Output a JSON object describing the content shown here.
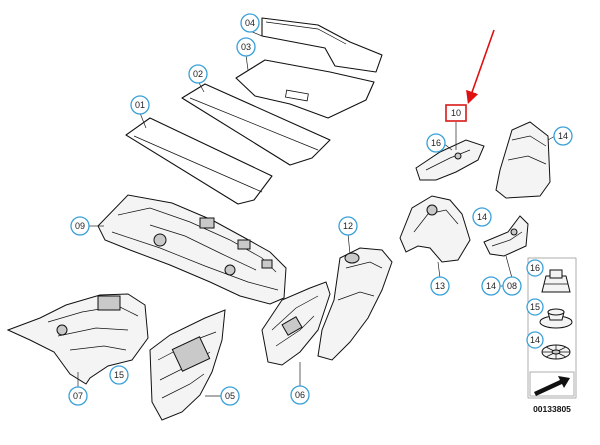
{
  "callouts": [
    {
      "label": "01"
    },
    {
      "label": "02"
    },
    {
      "label": "03"
    },
    {
      "label": "04"
    },
    {
      "label": "05"
    },
    {
      "label": "06"
    },
    {
      "label": "07"
    },
    {
      "label": "08"
    },
    {
      "label": "09"
    },
    {
      "label": "10"
    },
    {
      "label": "12"
    },
    {
      "label": "13"
    },
    {
      "label": "14"
    },
    {
      "label": "14"
    },
    {
      "label": "14"
    },
    {
      "label": "15"
    },
    {
      "label": "16"
    }
  ],
  "legend": {
    "items": [
      {
        "label": "16"
      },
      {
        "label": "15"
      },
      {
        "label": "14"
      }
    ]
  },
  "reference_number": "00133805",
  "colors": {
    "callout_ring": "#3aa0d8",
    "highlight_box": "#d81818",
    "arrow": "#e01010"
  }
}
